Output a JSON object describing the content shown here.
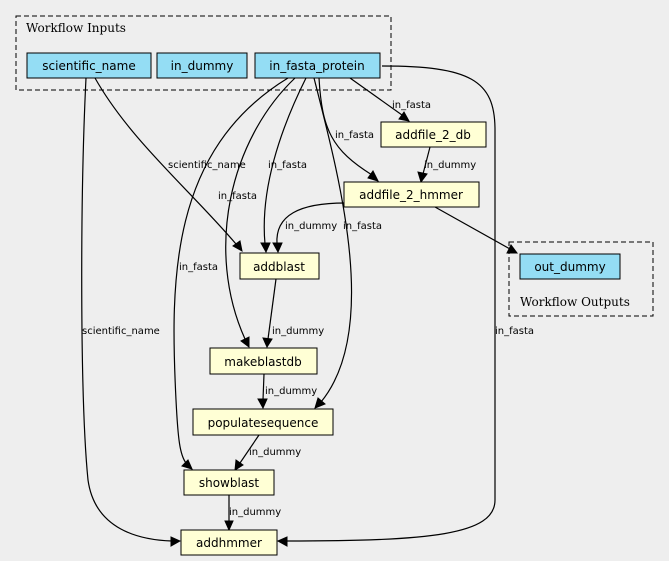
{
  "clusters": {
    "inputs": {
      "label": "Workflow Inputs"
    },
    "outputs": {
      "label": "Workflow Outputs"
    }
  },
  "colors": {
    "background": "#eeeeee",
    "input_node_fill": "#94ddf4",
    "step_node_fill": "#ffffd5",
    "stroke": "#000000"
  },
  "nodes": {
    "scientific_name": "scientific_name",
    "in_dummy": "in_dummy",
    "in_fasta_protein": "in_fasta_protein",
    "addfile_2_db": "addfile_2_db",
    "addfile_2_hmmer": "addfile_2_hmmer",
    "addblast": "addblast",
    "makeblastdb": "makeblastdb",
    "populatesequence": "populatesequence",
    "showblast": "showblast",
    "addhmmer": "addhmmer",
    "out_dummy": "out_dummy"
  },
  "edges": [
    {
      "from": "in_fasta_protein",
      "to": "addfile_2_db",
      "label": "in_fasta"
    },
    {
      "from": "in_fasta_protein",
      "to": "addfile_2_hmmer",
      "label": "in_fasta"
    },
    {
      "from": "addfile_2_db",
      "to": "addfile_2_hmmer",
      "label": "in_dummy"
    },
    {
      "from": "scientific_name",
      "to": "addblast",
      "label": "scientific_name"
    },
    {
      "from": "in_fasta_protein",
      "to": "addblast",
      "label": "in_fasta"
    },
    {
      "from": "addfile_2_hmmer",
      "to": "addblast",
      "label": "in_dummy"
    },
    {
      "from": "in_fasta_protein",
      "to": "makeblastdb",
      "label": "in_fasta"
    },
    {
      "from": "addblast",
      "to": "makeblastdb",
      "label": "in_dummy"
    },
    {
      "from": "in_fasta_protein",
      "to": "populatesequence",
      "label": "in_fasta"
    },
    {
      "from": "makeblastdb",
      "to": "populatesequence",
      "label": "in_dummy"
    },
    {
      "from": "in_fasta_protein",
      "to": "showblast",
      "label": "in_fasta"
    },
    {
      "from": "populatesequence",
      "to": "showblast",
      "label": "in_dummy"
    },
    {
      "from": "scientific_name",
      "to": "addhmmer",
      "label": "scientific_name"
    },
    {
      "from": "in_fasta_protein",
      "to": "addhmmer",
      "label": "in_fasta"
    },
    {
      "from": "showblast",
      "to": "addhmmer",
      "label": "in_dummy"
    },
    {
      "from": "addfile_2_hmmer",
      "to": "out_dummy",
      "label": ""
    }
  ]
}
